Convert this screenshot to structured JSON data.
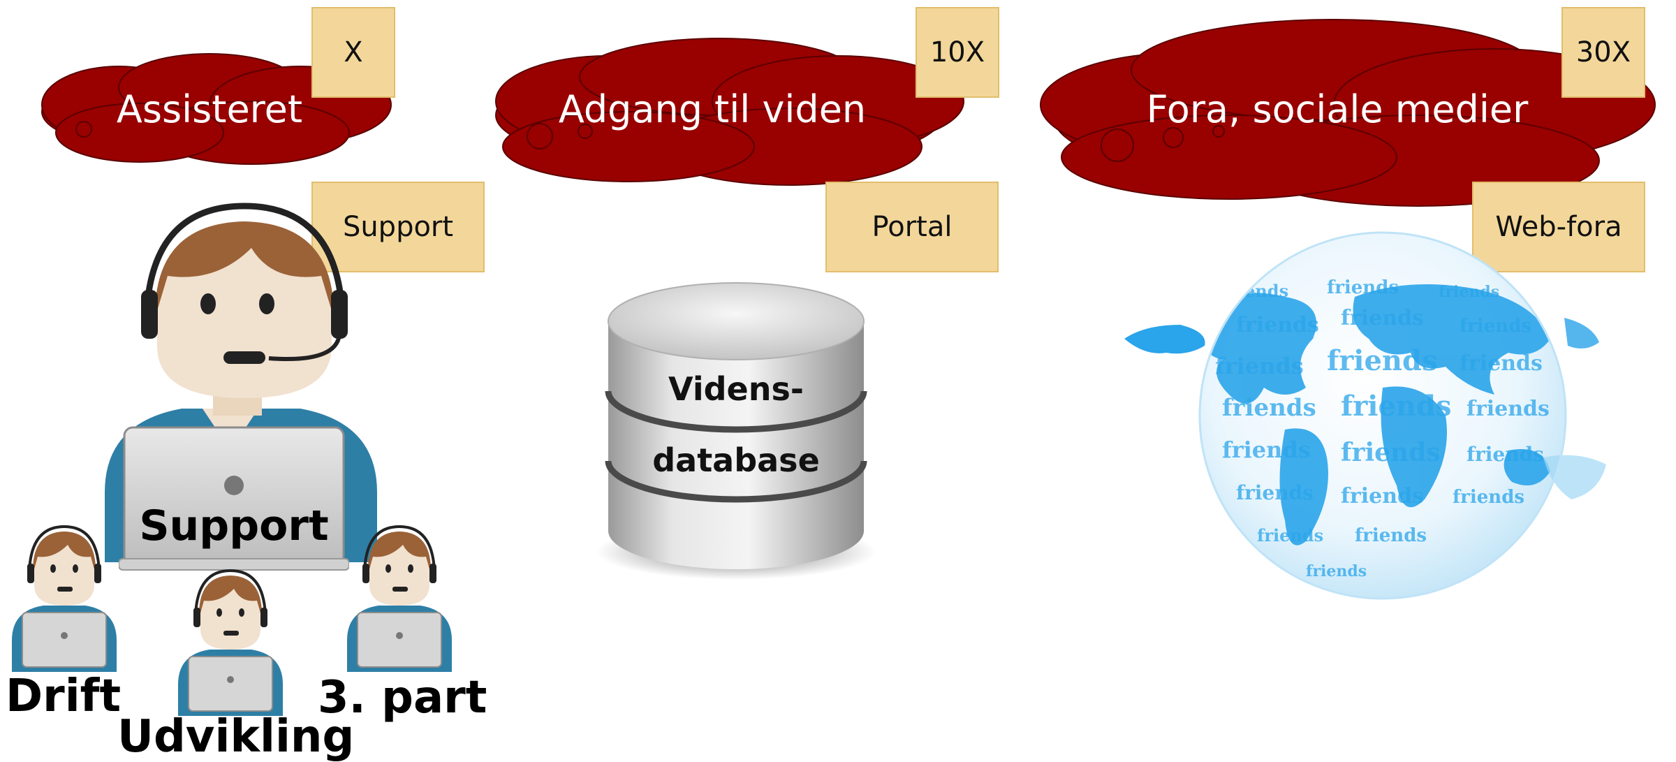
{
  "clouds": [
    {
      "title": "Assisteret",
      "scale": "X",
      "channel": "Support"
    },
    {
      "title": "Adgang til viden",
      "scale": "10X",
      "channel": "Portal"
    },
    {
      "title": "Fora, sociale medier",
      "scale": "30X",
      "channel": "Web-fora"
    }
  ],
  "support_figure": {
    "laptop_label": "Support"
  },
  "teams": [
    "Drift",
    "Udvikling",
    "3. part"
  ],
  "database": {
    "line1": "Videns-",
    "line2": "database"
  },
  "globe": {
    "word": "friends"
  },
  "colors": {
    "cloud": "#990000",
    "note": "#f3d79a",
    "globe": "#2aa4ea",
    "shirt": "#2e7fa6",
    "hair": "#9b6238",
    "skin": "#f1e1cf"
  }
}
